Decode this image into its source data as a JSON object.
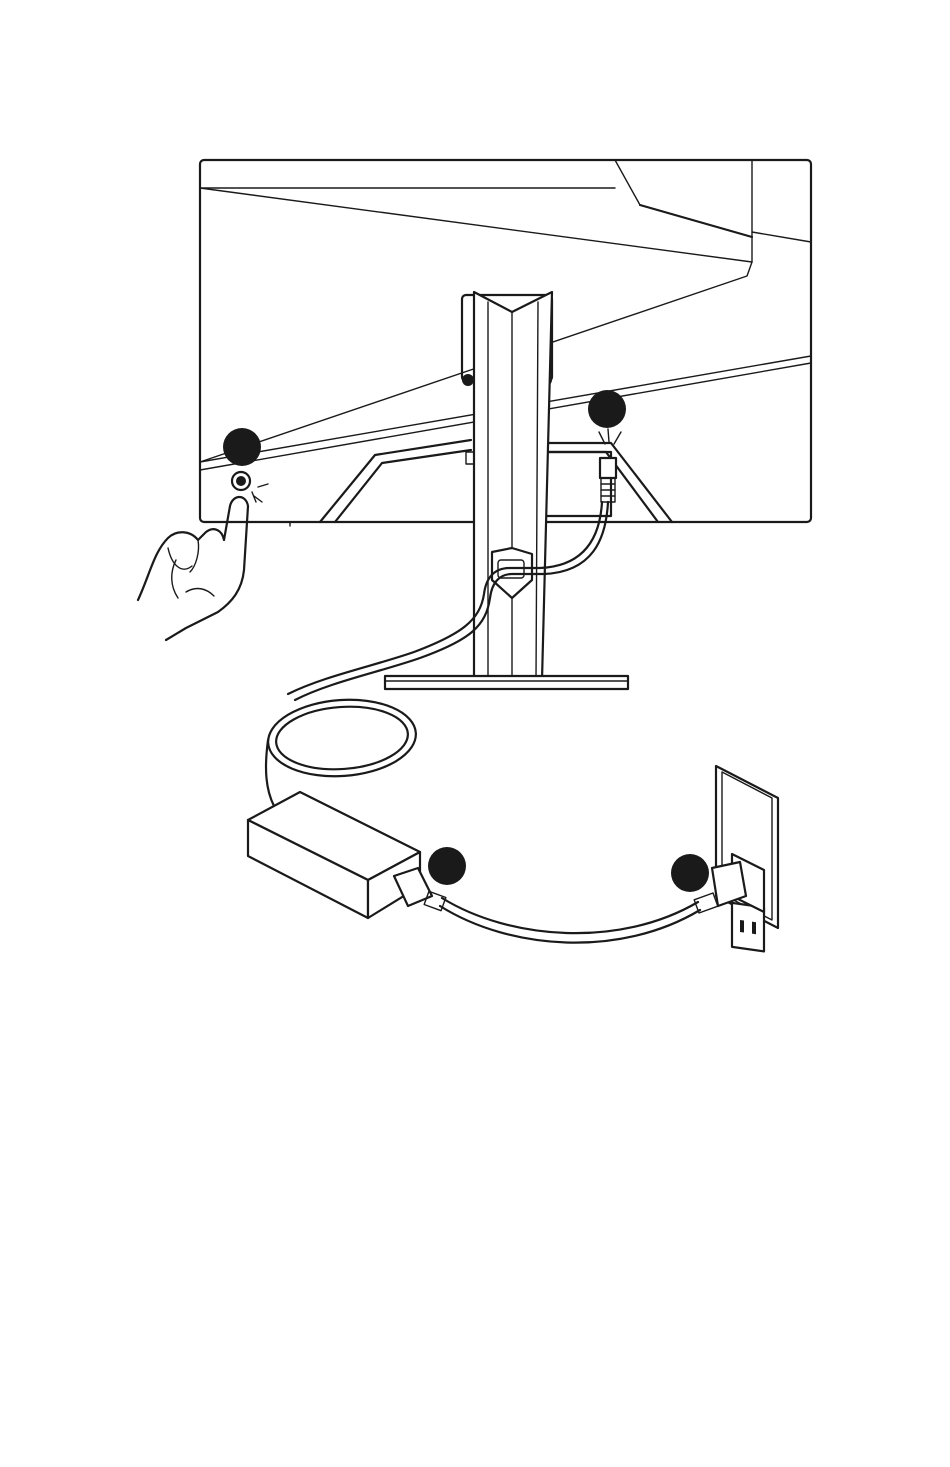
{
  "diagram": {
    "background": "#ffffff",
    "line_color": "#1a1a1a",
    "step_markers": [
      {
        "id": "marker-power-button",
        "label": ""
      },
      {
        "id": "marker-dc-input-port",
        "label": ""
      },
      {
        "id": "marker-adapter-cord",
        "label": ""
      },
      {
        "id": "marker-wall-outlet",
        "label": ""
      }
    ],
    "icons": [
      "monitor-back",
      "stand",
      "power-button",
      "hand-icon",
      "power-adapter",
      "wall-outlet",
      "power-cable"
    ]
  }
}
